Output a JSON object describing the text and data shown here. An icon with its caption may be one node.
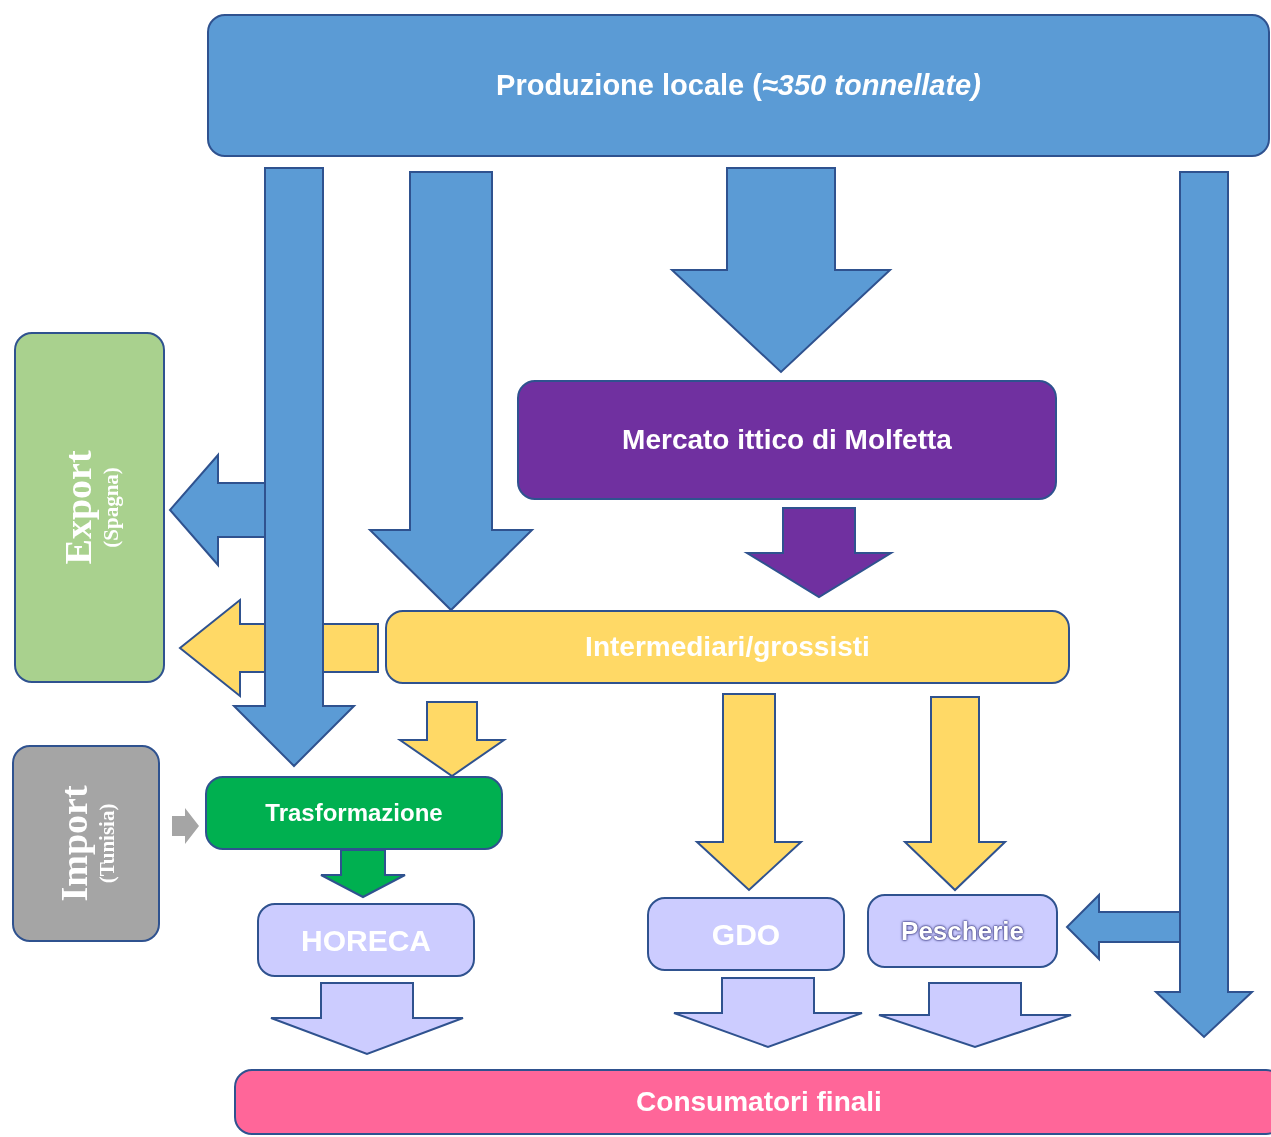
{
  "diagram": {
    "nodes": [
      {
        "text": [
          "Produzione locale (*≈350 tonnellate)*"
        ]
      },
      {
        "text": [
          "Export",
          "(Spagna)"
        ]
      },
      {
        "text": [
          "Mercato ittico di Molfetta"
        ]
      },
      {
        "text": [
          "Intermediari/grossisti"
        ]
      },
      {
        "text": [
          "Import",
          "(Tunisia)"
        ]
      },
      {
        "text": [
          "Trasformazione"
        ]
      },
      {
        "text": [
          "HORECA"
        ]
      },
      {
        "text": [
          "GDO"
        ]
      },
      {
        "text": [
          "Pescherie"
        ]
      },
      {
        "text": [
          "Consumatori finali"
        ]
      }
    ],
    "edges": [
      {
        "from": 0,
        "to": 5,
        "arrow": "to"
      },
      {
        "from": 0,
        "to": 1,
        "arrow": "to"
      },
      {
        "from": 0,
        "to": 3,
        "arrow": "to"
      },
      {
        "from": 0,
        "to": 2,
        "arrow": "to"
      },
      {
        "from": 0,
        "to": 9,
        "arrow": "to"
      },
      {
        "from": 0,
        "to": 8,
        "arrow": "to"
      },
      {
        "from": 2,
        "to": 3,
        "arrow": "to",
        "color": "#7030a0"
      },
      {
        "from": 3,
        "to": 1,
        "arrow": "to",
        "color": "#ffd966"
      },
      {
        "from": 3,
        "to": 5,
        "arrow": "to",
        "color": "#ffd966"
      },
      {
        "from": 3,
        "to": 7,
        "arrow": "to",
        "color": "#ffd966"
      },
      {
        "from": 3,
        "to": 8,
        "arrow": "to",
        "color": "#ffd966"
      },
      {
        "from": 4,
        "to": 5,
        "arrow": "to",
        "color": "#a5a5a5"
      },
      {
        "from": 5,
        "to": 6,
        "arrow": "to",
        "color": "#00b050"
      },
      {
        "from": 6,
        "to": 9,
        "arrow": "to",
        "color": "#ccccff"
      },
      {
        "from": 7,
        "to": 9,
        "arrow": "to",
        "color": "#ccccff"
      },
      {
        "from": 8,
        "to": 9,
        "arrow": "to",
        "color": "#ccccff"
      }
    ]
  }
}
